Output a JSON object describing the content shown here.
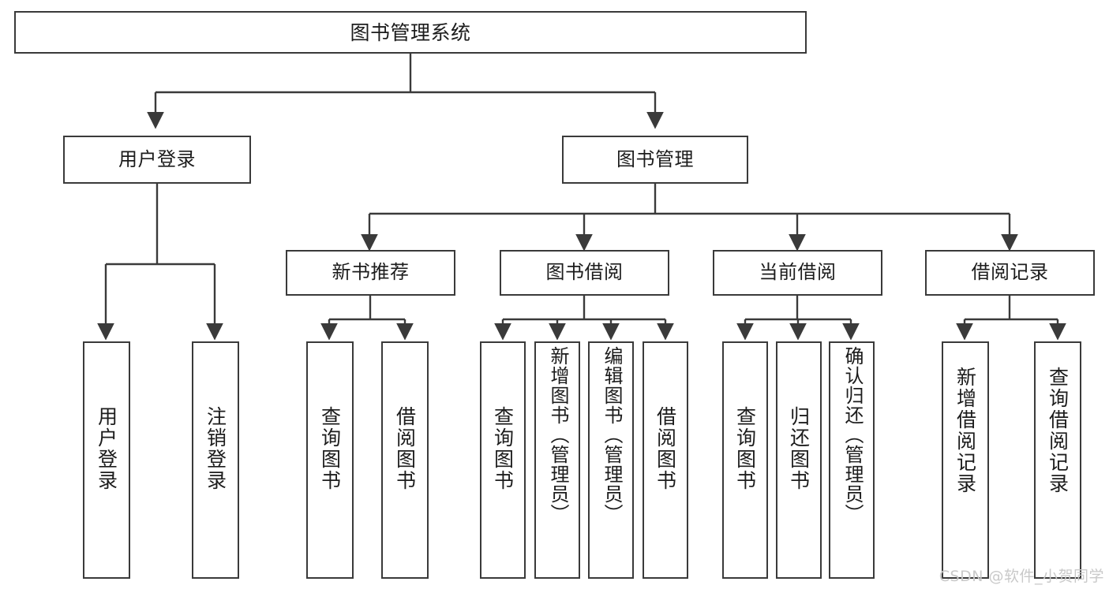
{
  "diagram": {
    "type": "tree-hierarchy-chart",
    "title": "图书管理系统",
    "watermark": "CSDN @软件_小贺同学",
    "colors": {
      "border": "#3a3a3a",
      "background": "#ffffff",
      "text": "#1c1c1c",
      "watermark": "#c9c9c9"
    },
    "nodes": {
      "root": {
        "label": "图书管理系统"
      },
      "level1": [
        {
          "id": "user-login",
          "label": "用户登录"
        },
        {
          "id": "book-management",
          "label": "图书管理"
        }
      ],
      "level2": [
        {
          "id": "new-book-recommend",
          "label": "新书推荐"
        },
        {
          "id": "book-borrow",
          "label": "图书借阅"
        },
        {
          "id": "current-borrow",
          "label": "当前借阅"
        },
        {
          "id": "borrow-record",
          "label": "借阅记录"
        }
      ],
      "leaves": {
        "user-login": [
          {
            "id": "leaf-user-login",
            "label": "用户登录"
          },
          {
            "id": "leaf-user-logout",
            "label": "注销登录"
          }
        ],
        "new-book-recommend": [
          {
            "id": "leaf-query-book-1",
            "label": "查询图书"
          },
          {
            "id": "leaf-borrow-book-1",
            "label": "借阅图书"
          }
        ],
        "book-borrow": [
          {
            "id": "leaf-query-book-2",
            "label": "查询图书"
          },
          {
            "id": "leaf-add-book",
            "label": "新增图书（管理员）"
          },
          {
            "id": "leaf-edit-book",
            "label": "编辑图书（管理员）"
          },
          {
            "id": "leaf-borrow-book-2",
            "label": "借阅图书"
          }
        ],
        "current-borrow": [
          {
            "id": "leaf-query-book-3",
            "label": "查询图书"
          },
          {
            "id": "leaf-return-book",
            "label": "归还图书"
          },
          {
            "id": "leaf-confirm-return",
            "label": "确认归还（管理员）"
          }
        ],
        "borrow-record": [
          {
            "id": "leaf-add-record",
            "label": "新增借阅记录"
          },
          {
            "id": "leaf-query-record",
            "label": "查询借阅记录"
          }
        ]
      }
    }
  }
}
